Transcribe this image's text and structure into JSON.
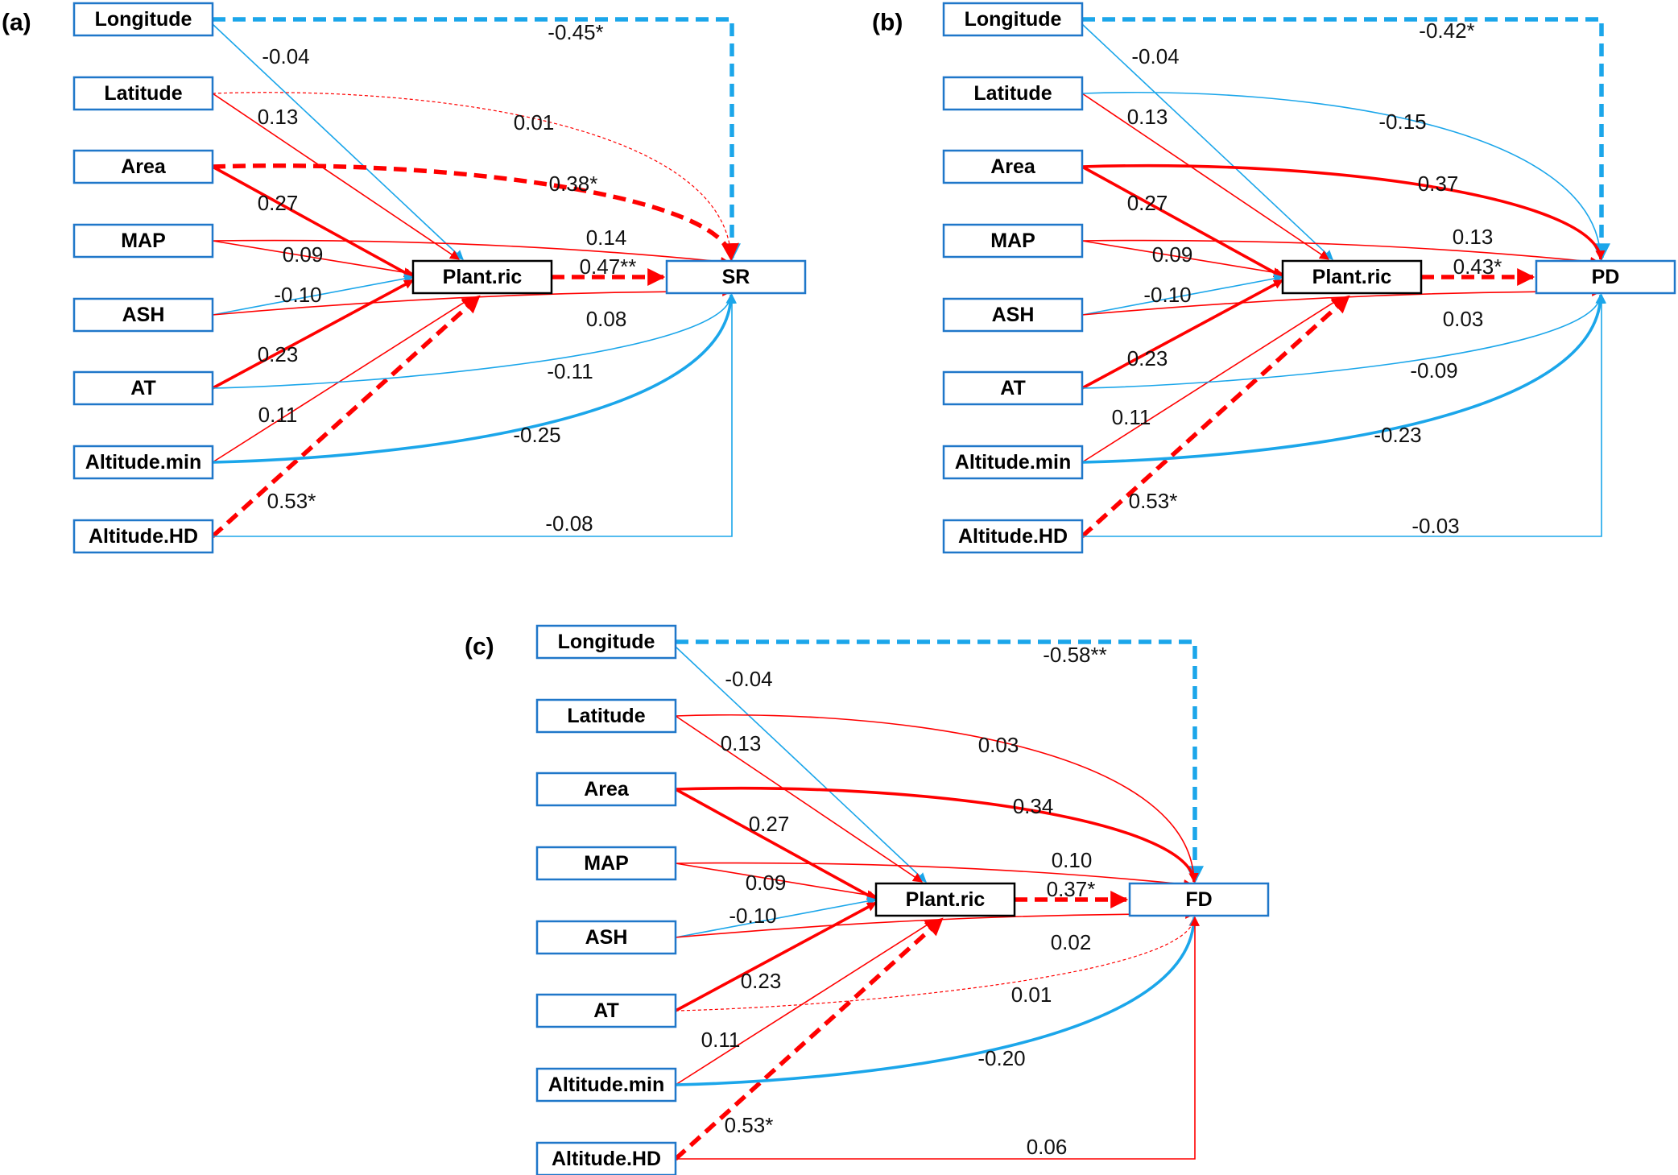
{
  "colors": {
    "positive": "#ff0000",
    "negative": "#1ba6ea",
    "predictor_border": "#1f77c9",
    "mediator_border": "#000000",
    "text": "#111111"
  },
  "predictors": [
    "Longitude",
    "Latitude",
    "Area",
    "MAP",
    "ASH",
    "AT",
    "Altitude.min",
    "Altitude.HD"
  ],
  "mediator": "Plant.ric",
  "panels": [
    {
      "label": "(a)",
      "response": "SR",
      "to_mediator": [
        "-0.04",
        "0.13",
        "0.27",
        "0.09",
        "-0.10",
        "0.23",
        "0.11",
        "0.53*"
      ],
      "to_response": [
        "-0.45*",
        "0.01",
        "0.38*",
        "0.14",
        "0.08",
        "-0.11",
        "-0.25",
        "-0.08"
      ],
      "mediator_to_response": "0.47**"
    },
    {
      "label": "(b)",
      "response": "PD",
      "to_mediator": [
        "-0.04",
        "0.13",
        "0.27",
        "0.09",
        "-0.10",
        "0.23",
        "0.11",
        "0.53*"
      ],
      "to_response": [
        "-0.42*",
        "-0.15",
        "0.37",
        "0.13",
        "0.03",
        "-0.09",
        "-0.23",
        "-0.03"
      ],
      "mediator_to_response": "0.43*"
    },
    {
      "label": "(c)",
      "response": "FD",
      "to_mediator": [
        "-0.04",
        "0.13",
        "0.27",
        "0.09",
        "-0.10",
        "0.23",
        "0.11",
        "0.53*"
      ],
      "to_response": [
        "-0.58**",
        "0.03",
        "0.34",
        "0.10",
        "0.02",
        "0.01",
        "-0.20",
        "0.06"
      ],
      "mediator_to_response": "0.37*"
    }
  ]
}
